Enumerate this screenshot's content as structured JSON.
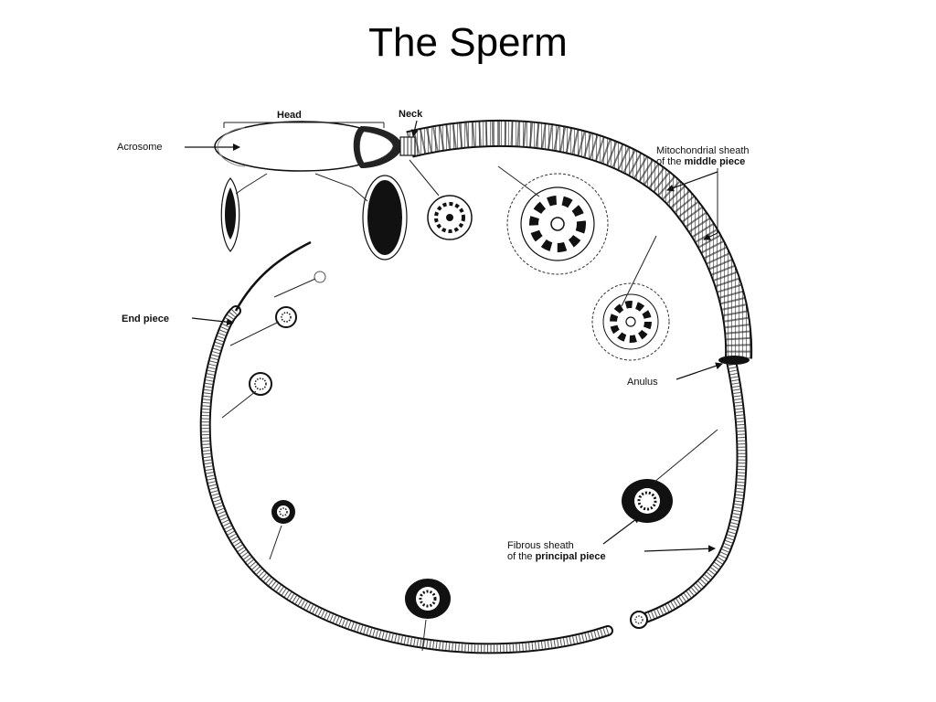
{
  "slide": {
    "title": "The Sperm"
  },
  "labels": {
    "head": "Head",
    "neck": "Neck",
    "acrosome": "Acrosome",
    "mito_line1": "Mitochondrial sheath",
    "mito_line2_prefix": "of the ",
    "mito_line2_bold": "middle piece",
    "end_piece": "End piece",
    "anulus": "Anulus",
    "fibrous_line1": "Fibrous sheath",
    "fibrous_line2_prefix": "of the ",
    "fibrous_line2_bold": "principal piece"
  },
  "colors": {
    "ink": "#111111",
    "background": "#ffffff"
  }
}
